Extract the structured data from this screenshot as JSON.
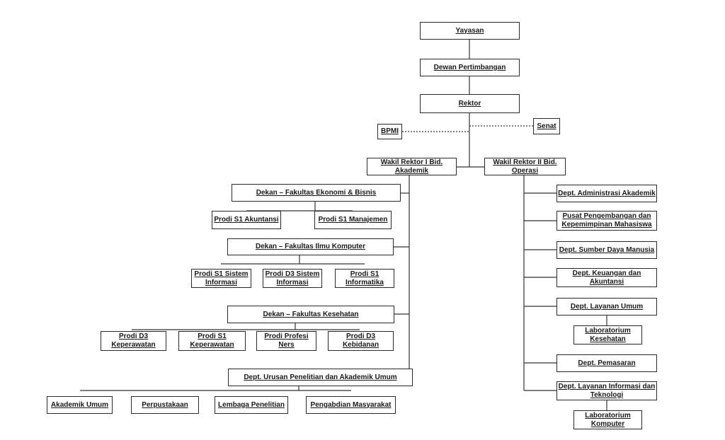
{
  "org_chart": {
    "yayasan": "Yayasan",
    "dewan": "Dewan Pertimbangan",
    "rektor": "Rektor",
    "bpmi": "BPMI",
    "senat": "Senat",
    "wr1": "Wakil Rektor I Bid.\nAkademik",
    "wr2": "Wakil Rektor II Bid.\nOperasi",
    "dekan_feb": "Dekan – Fakultas Ekonomi & Bisnis",
    "prodi_akuntansi": "Prodi S1 Akuntansi",
    "prodi_manajemen": "Prodi S1 Manajemen",
    "dekan_fik": "Dekan – Fakultas Ilmu Komputer",
    "prodi_si": "Prodi S1 Sistem\nInformasi",
    "prodi_d3si": "Prodi D3 Sistem\nInformasi",
    "prodi_informatika": "Prodi S1\nInformatika",
    "dekan_fkes": "Dekan – Fakultas Kesehatan",
    "prodi_d3kep": "Prodi D3\nKeperawatan",
    "prodi_s1kep": "Prodi S1\nKeperawatan",
    "prodi_ners": "Prodi Profesi\nNers",
    "prodi_kebidanan": "Prodi D3\nKebidanan",
    "dept_urusan": "Dept. Urusan Penelitian dan Akademik Umum",
    "akademik_umum": "Akademik Umum",
    "perpustakaan": "Perpustakaan",
    "lembaga_penelitian": "Lembaga Penelitian",
    "pengabdian": "Pengabdian Masyarakat",
    "dept_adm_akademik": "Dept. Administrasi Akademik",
    "pusat_pengembangan": "Pusat Pengembangan dan\nKepemimpinan Mahasiswa",
    "dept_sdm": "Dept. Sumber Daya Manusia",
    "dept_keuangan": "Dept. Keuangan dan\nAkuntansi",
    "dept_layanan_umum": "Dept. Layanan Umum",
    "lab_kesehatan": "Laboratorium\nKesehatan",
    "dept_pemasaran": "Dept. Pemasaran",
    "dept_lti": "Dept. Layanan Informasi dan\nTeknologi",
    "lab_komputer": "Laboratorium\nKomputer"
  }
}
